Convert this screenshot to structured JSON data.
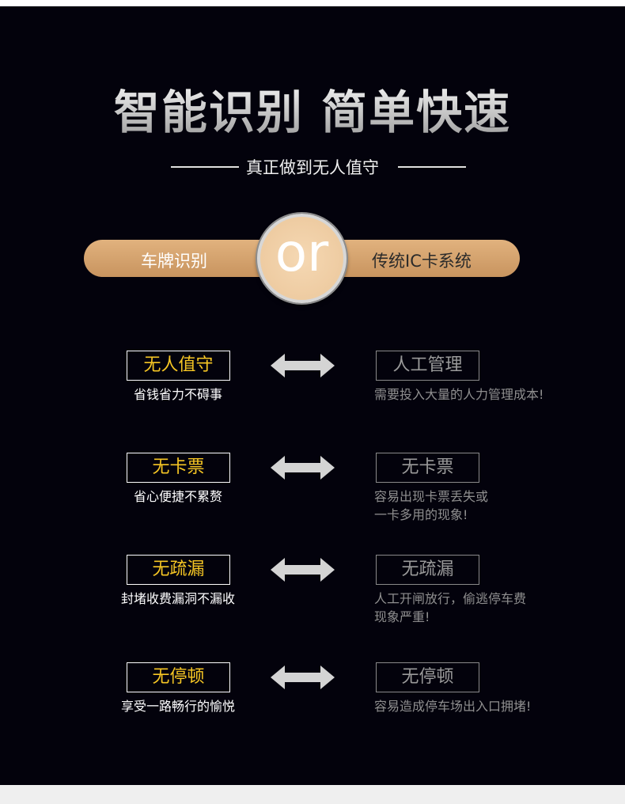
{
  "header": {
    "title": "智能识别 简单快速",
    "subtitle": "真正做到无人值守"
  },
  "compare": {
    "left": "车牌识别",
    "vs": "or",
    "right": "传统IC卡系统"
  },
  "rows": [
    {
      "left_label": "无人值守",
      "left_desc": [
        "省钱省力不碍事"
      ],
      "right_label": "人工管理",
      "right_desc": [
        "需要投入大量的人力管理成本!"
      ]
    },
    {
      "left_label": "无卡票",
      "left_desc": [
        "省心便捷不累赘"
      ],
      "right_label": "无卡票",
      "right_desc": [
        "容易出现卡票丢失或",
        "一卡多用的现象!"
      ]
    },
    {
      "left_label": "无疏漏",
      "left_desc": [
        "封堵收费漏洞不漏收"
      ],
      "right_label": "无疏漏",
      "right_desc": [
        "人工开闸放行，偷逃停车费",
        "现象严重!"
      ]
    },
    {
      "left_label": "无停顿",
      "left_desc": [
        "享受一路畅行的愉悦"
      ],
      "right_label": "无停顿",
      "right_desc": [
        "容易造成停车场出入口拥堵!"
      ]
    }
  ]
}
